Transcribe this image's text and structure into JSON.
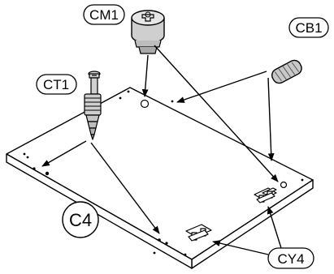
{
  "labels": {
    "cm1": "CM1",
    "cb1": "CB1",
    "ct1": "CT1",
    "c4": "C4",
    "cy4": "CY4"
  },
  "colors": {
    "line": "#000000",
    "panel": "#ffffff",
    "cam_fill": "#d0d0d0",
    "dowel_fill": "#c8c8c8",
    "screw_fill": "#cfcfcf"
  }
}
